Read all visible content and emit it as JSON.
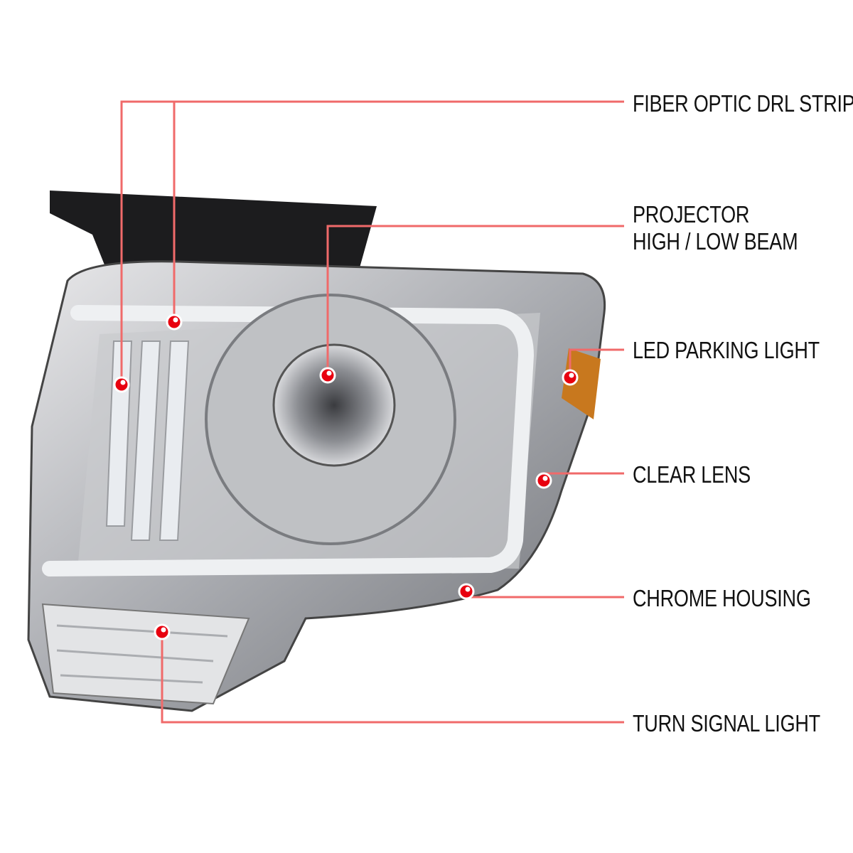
{
  "callouts": [
    {
      "label": "FIBER OPTIC DRL STRIPS"
    },
    {
      "label": "PROJECTOR",
      "label2": "HIGH / LOW BEAM"
    },
    {
      "label": "LED PARKING LIGHT"
    },
    {
      "label": "CLEAR LENS"
    },
    {
      "label": "CHROME HOUSING"
    },
    {
      "label": "TURN SIGNAL LIGHT"
    }
  ],
  "colors": {
    "leader_line": "#f06a6a",
    "dot": "#e8000f",
    "background": "#ffffff"
  }
}
